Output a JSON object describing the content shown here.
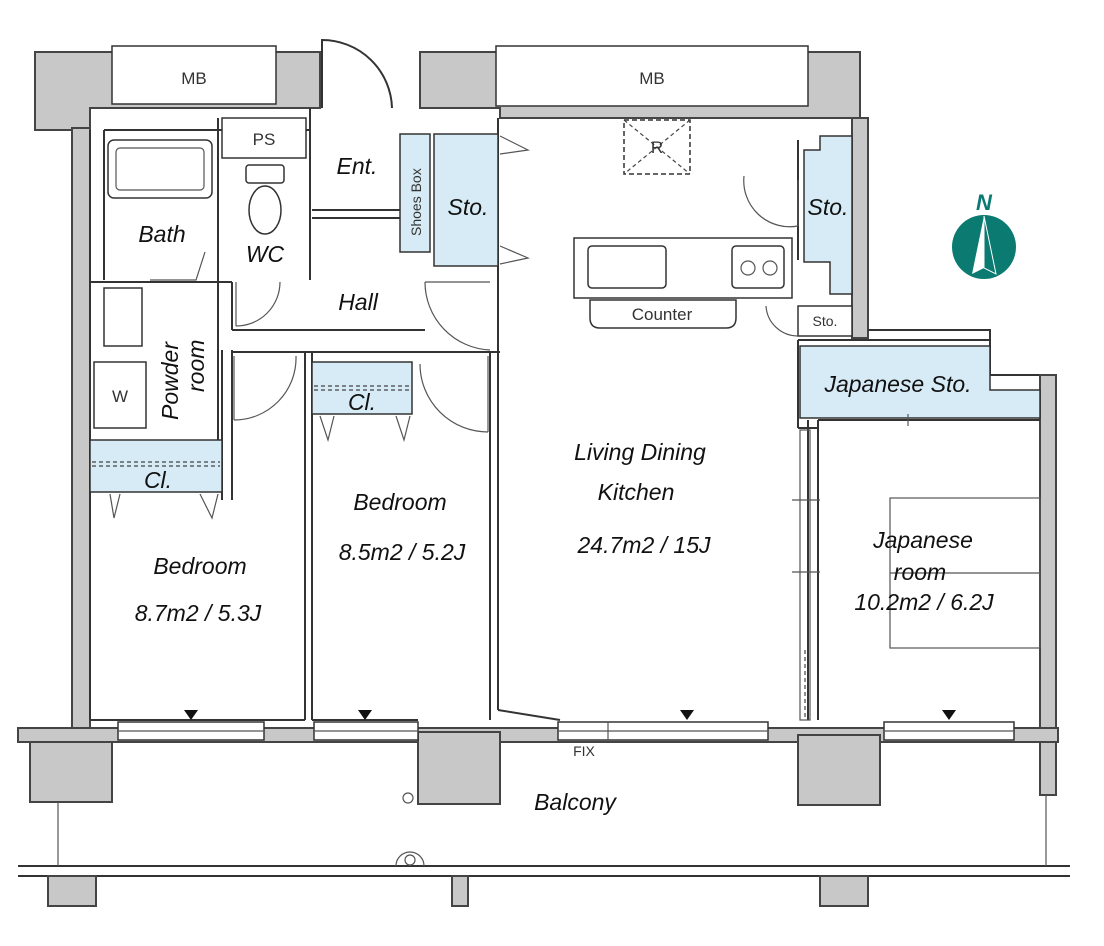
{
  "labels": {
    "mb_left": "MB",
    "mb_right": "MB",
    "ps": "PS",
    "ent": "Ent.",
    "shoes_box": "Shoes Box",
    "sto_hall": "Sto.",
    "sto_kitchen": "Sto.",
    "sto_small": "Sto.",
    "refrigerator": "R",
    "bath": "Bath",
    "wc": "WC",
    "hall": "Hall",
    "counter": "Counter",
    "powder_room_line1": "Powder",
    "powder_room_line2": "room",
    "washer": "W",
    "cl_left": "Cl.",
    "cl_mid": "Cl.",
    "japanese_sto": "Japanese Sto.",
    "fix": "FIX",
    "balcony": "Balcony",
    "north": "N"
  },
  "rooms": {
    "ldk": {
      "name_line1": "Living Dining",
      "name_line2": "Kitchen",
      "area": "24.7m2 / 15J"
    },
    "bedroom_mid": {
      "name": "Bedroom",
      "area": "8.5m2 / 5.2J"
    },
    "bedroom_left": {
      "name": "Bedroom",
      "area": "8.7m2 / 5.3J"
    },
    "japanese_room": {
      "name_line1": "Japanese",
      "name_line2": "room",
      "area": "10.2m2 / 6.2J"
    }
  },
  "colors": {
    "storage_fill": "#d6ebf5",
    "wall_fill": "#c8c8c8",
    "compass": "#0b7a70"
  }
}
